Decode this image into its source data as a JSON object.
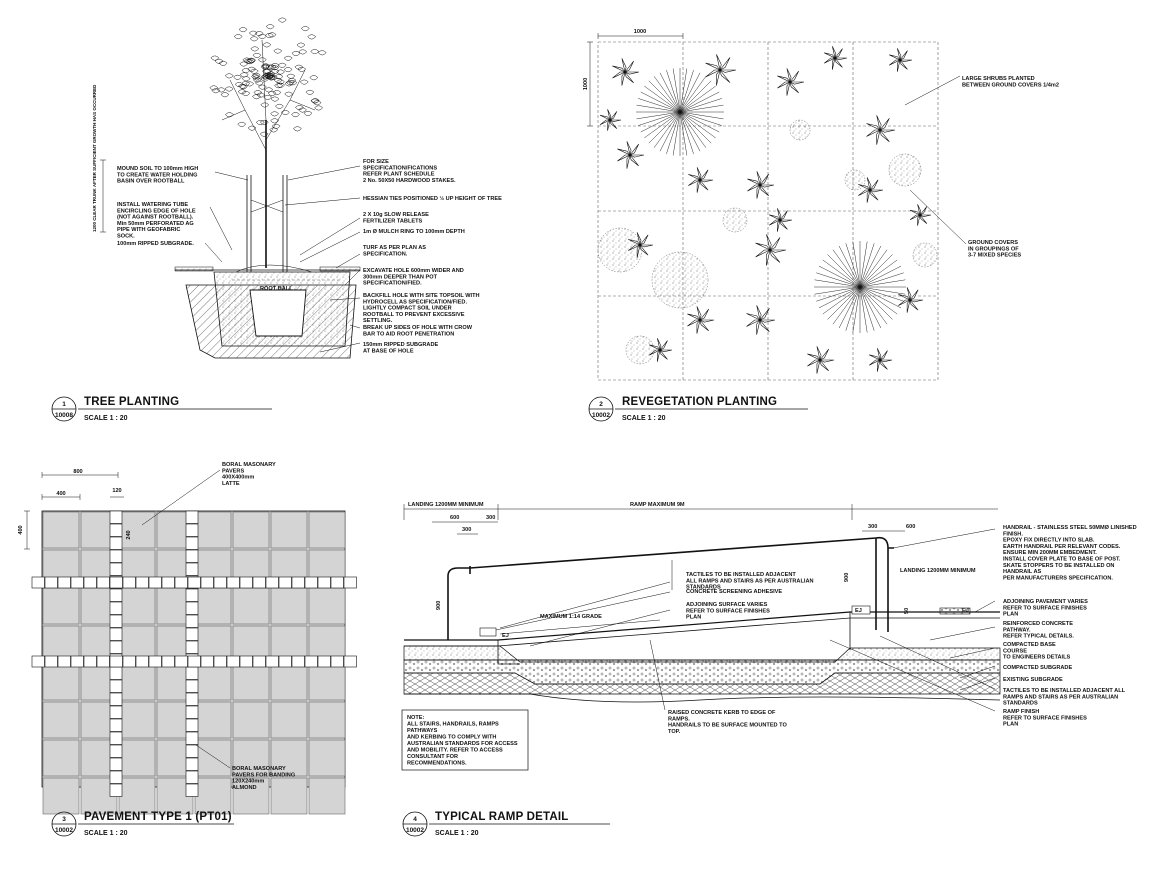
{
  "details": [
    {
      "id": "tree",
      "number": "1",
      "sheet_ref": "10008",
      "title": "TREE PLANTING",
      "scale": "SCALE  1 : 20",
      "labels": {
        "root_ball": "ROOT BALL",
        "side_stem": "1200 CLEAR TRUNK AFTER SUFFICIENT GROWTH HAS OCCURRED"
      },
      "left_notes": [
        {
          "lines": [
            "MOUND SOIL TO 100mm HIGH",
            "TO CREATE WATER HOLDING",
            "BASIN OVER ROOTBALL"
          ]
        },
        {
          "lines": [
            "INSTALL WATERING TUBE",
            "ENCIRCLING EDGE OF HOLE",
            "(NOT AGAINST ROOTBALL).",
            "Min 50mm PERFORATED AG",
            "PIPE WITH GEOFABRIC",
            "SOCK."
          ]
        },
        {
          "lines": [
            "100mm RIPPED SUBGRADE."
          ]
        }
      ],
      "right_notes": [
        {
          "lines": [
            "FOR SIZE",
            "SPECIFICATION/FICATIONS",
            "REFER PLANT SCHEDULE",
            "2 No. 50X50 HARDWOOD STAKES."
          ]
        },
        {
          "lines": [
            "HESSIAN TIES POSITIONED ½ UP HEIGHT OF TREE"
          ]
        },
        {
          "lines": [
            "2 X 10g SLOW RELEASE",
            "FERTILIZER TABLETS"
          ]
        },
        {
          "lines": [
            "1m Ø MULCH RING TO 100mm DEPTH"
          ]
        },
        {
          "lines": [
            "TURF AS PER PLAN AS",
            "SPECIFICATION."
          ]
        },
        {
          "lines": [
            "EXCAVATE HOLE 600mm WIDER AND",
            "300mm DEEPER THAN POT",
            "SPECIFICATION/FIED."
          ]
        },
        {
          "lines": [
            "BACKFILL HOLE WITH SITE TOPSOIL WITH",
            "HYDROCELL AS SPECIFICATION/FIED.",
            "LIGHTLY COMPACT SOIL UNDER",
            "ROOTBALL TO PREVENT EXCESSIVE",
            "SETTLING."
          ]
        },
        {
          "lines": [
            "BREAK UP SIDES OF HOLE WITH CROW",
            "BAR TO AID ROOT PENETRATION"
          ]
        },
        {
          "lines": [
            "150mm RIPPED SUBGRADE",
            "AT BASE OF HOLE"
          ]
        }
      ]
    },
    {
      "id": "reveg",
      "number": "2",
      "sheet_ref": "10002",
      "title": "REVEGETATION PLANTING",
      "scale": "SCALE  1 : 20",
      "dims": {
        "top": "1000",
        "side": "1000"
      },
      "notes": [
        {
          "lines": [
            "LARGE SHRUBS PLANTED",
            "BETWEEN GROUND COVERS 1/4m2"
          ]
        },
        {
          "lines": [
            "GROUND COVERS",
            "IN GROUPINGS OF",
            "3-7 MIXED SPECIES"
          ]
        }
      ]
    },
    {
      "id": "pavement",
      "number": "3",
      "sheet_ref": "10002",
      "title": "PAVEMENT TYPE 1 (PT01)",
      "scale": "SCALE  1 : 20",
      "dims": {
        "top_800": "800",
        "top_400": "400",
        "top_120": "120",
        "side_400": "400",
        "inner_240": "240"
      },
      "notes": [
        {
          "lines": [
            "BORAL MASONARY",
            "PAVERS",
            "400X400mm",
            "LATTE"
          ]
        },
        {
          "lines": [
            "BORAL MASONARY",
            "PAVERS FOR BANDING",
            "120X240mm",
            "ALMOND"
          ]
        }
      ]
    },
    {
      "id": "ramp",
      "number": "4",
      "sheet_ref": "10002",
      "title": "TYPICAL RAMP DETAIL",
      "scale": "SCALE  1 : 20",
      "dims": {
        "landing_left": "LANDING 1200MM MINIMUM",
        "ramp_max": "RAMP MAXIMUM 9M",
        "d600": "600",
        "d300a": "300",
        "d300b": "300",
        "d300c": "300",
        "d600b": "600",
        "h900": "900",
        "h900b": "900",
        "h50": "50",
        "landing_right": "LANDING 1200MM MINIMUM",
        "grade": "MAXIMUM 1:14 GRADE",
        "ej1": "EJ",
        "ej2": "EJ",
        "ej3": "EJ"
      },
      "notes_center": [
        {
          "lines": [
            "TACTILES TO BE INSTALLED ADJACENT",
            "ALL RAMPS AND STAIRS AS PER AUSTRALIAN",
            "STANDARDS"
          ]
        },
        {
          "lines": [
            "CONCRETE SCREENING ADHESIVE"
          ]
        },
        {
          "lines": [
            "ADJOINING SURFACE VARIES",
            "REFER TO SURFACE FINISHES",
            "PLAN"
          ]
        }
      ],
      "notes_right": [
        {
          "lines": [
            "HANDRAIL - STAINLESS STEEL  50MMØ LINISHED",
            "FINISH.",
            "EPOXY FIX DIRECTLY INTO SLAB.",
            "EARTH HANDRAIL PER RELEVANT CODES.",
            "ENSURE MIN 200MM EMBEDMENT.",
            "INSTALL COVER PLATE TO BASE OF POST.",
            "SKATE STOPPERS TO BE INSTALLED ON",
            "HANDRAIL AS",
            "PER MANUFACTURERS SPECIFICATION."
          ]
        },
        {
          "lines": [
            "ADJOINING PAVEMENT VARIES",
            "REFER TO SURFACE FINISHES",
            "PLAN"
          ]
        },
        {
          "lines": [
            "REINFORCED CONCRETE",
            "PATHWAY.",
            "REFER TYPICAL DETAILS."
          ]
        },
        {
          "lines": [
            "COMPACTED BASE",
            "COURSE",
            "TO ENGINEERS DETAILS"
          ]
        },
        {
          "lines": [
            "COMPACTED SUBGRADE"
          ]
        },
        {
          "lines": [
            "EXISTING SUBGRADE"
          ]
        },
        {
          "lines": [
            "TACTILES TO BE INSTALLED ADJACENT ALL",
            "RAMPS AND STAIRS AS PER AUSTRALIAN",
            "STANDARDS"
          ]
        },
        {
          "lines": [
            "RAMP FINISH",
            "REFER TO SURFACE FINISHES",
            "PLAN"
          ]
        }
      ],
      "notes_bottom": [
        {
          "lines": [
            "RAISED CONCRETE KERB TO EDGE OF",
            "RAMPS.",
            "HANDRAILS TO BE SURFACE MOUNTED TO",
            "TOP."
          ]
        }
      ],
      "box_note": {
        "lines": [
          "NOTE:",
          "ALL STAIRS, HANDRAILS, RAMPS",
          "PATHWAYS",
          "AND KERBING TO COMPLY WITH",
          "AUSTRALIAN STANDARDS FOR ACCESS",
          "AND MOBILITY. REFER TO ACCESS",
          "CONSULTANT FOR",
          "RECOMMENDATIONS."
        ]
      }
    }
  ]
}
